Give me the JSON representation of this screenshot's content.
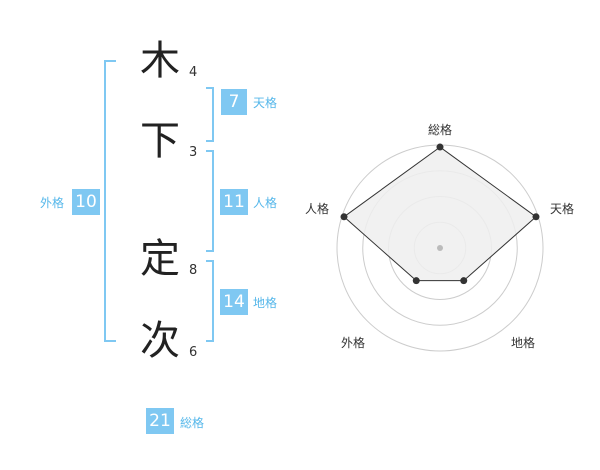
{
  "name_chars": [
    {
      "char": "木",
      "strokes": "4"
    },
    {
      "char": "下",
      "strokes": "3"
    },
    {
      "char": "定",
      "strokes": "8"
    },
    {
      "char": "次",
      "strokes": "6"
    }
  ],
  "kakusu": {
    "tenkaku": {
      "value": "7",
      "label": "天格"
    },
    "jinkaku": {
      "value": "11",
      "label": "人格"
    },
    "chikaku": {
      "value": "14",
      "label": "地格"
    },
    "gaikaku": {
      "value": "10",
      "label": "外格"
    },
    "soukaku": {
      "value": "21",
      "label": "総格"
    }
  },
  "colors": {
    "accent": "#7fc8f2",
    "label_text": "#55b7ea",
    "radar_fill": "#eeeeee",
    "radar_line": "#333333",
    "ring": "#cccccc"
  },
  "chart_data": {
    "type": "radar",
    "axes": [
      "総格",
      "天格",
      "地格",
      "外格",
      "人格"
    ],
    "values": [
      5,
      5,
      2,
      2,
      5
    ],
    "max": 5,
    "rings": 4
  }
}
